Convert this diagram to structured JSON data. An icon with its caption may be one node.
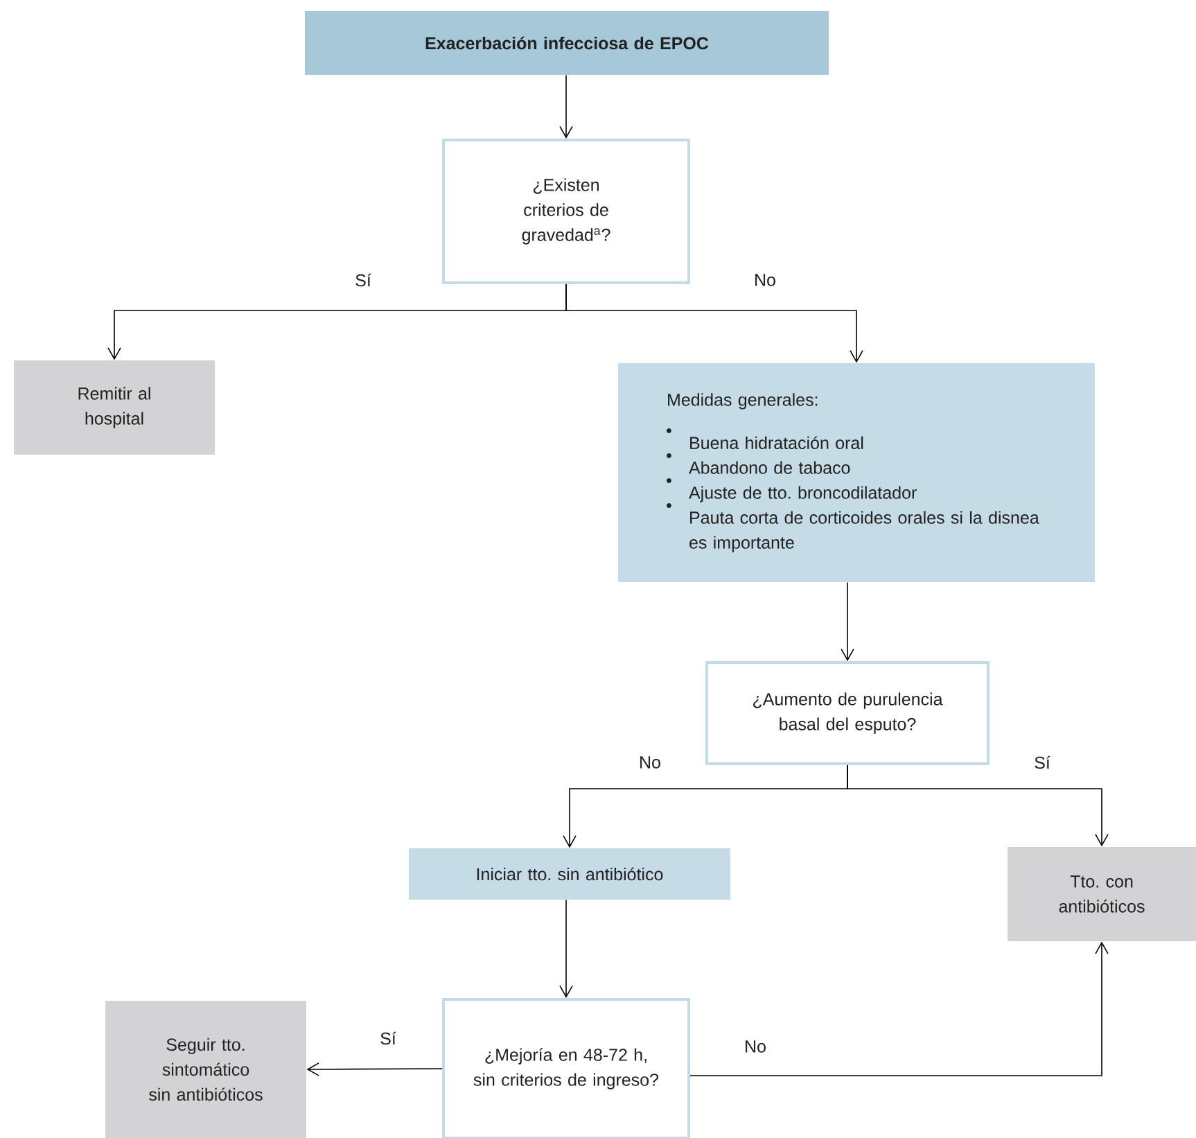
{
  "diagram": {
    "nodes": [
      {
        "text": [
          "Exacerbación infecciosa de EPOC"
        ]
      },
      {
        "text": [
          "¿Existen criterios de gravedad$^{a}$?"
        ]
      },
      {
        "text": [
          "Remitir al hospital"
        ]
      },
      {
        "text": [
          "Medidas generales:",
          "Buena hidratación oral",
          "Abandono de tabaco",
          "Ajuste de tto. broncodilatador",
          "Pauta corta de corticoides orales si la disnea es importante"
        ]
      },
      {
        "text": [
          "¿Aumento de purulencia basal del esputo?"
        ]
      },
      {
        "text": [
          "Iniciar tto. sin antibiótico"
        ]
      },
      {
        "text": [
          "Tto. con antibióticos"
        ]
      },
      {
        "text": [
          "¿Mejoría en 48-72 h, sin criterios de ingreso?"
        ]
      },
      {
        "text": [
          "Seguir tto. sintomático sin antibióticos"
        ]
      }
    ],
    "edges": [
      {
        "from": 0,
        "to": 1,
        "arrow": "to"
      },
      {
        "from": 1,
        "to": 2,
        "arrow": "to",
        "label": "Sí"
      },
      {
        "from": 1,
        "to": 3,
        "arrow": "to",
        "label": "No"
      },
      {
        "from": 3,
        "to": 4,
        "arrow": "to"
      },
      {
        "from": 4,
        "to": 5,
        "arrow": "to",
        "label": "No"
      },
      {
        "from": 4,
        "to": 6,
        "arrow": "to",
        "label": "Sí"
      },
      {
        "from": 5,
        "to": 7,
        "arrow": "to"
      },
      {
        "from": 7,
        "to": 8,
        "arrow": "to",
        "label": "Sí"
      },
      {
        "from": 7,
        "to": 6,
        "arrow": "to",
        "label": "No"
      }
    ]
  }
}
